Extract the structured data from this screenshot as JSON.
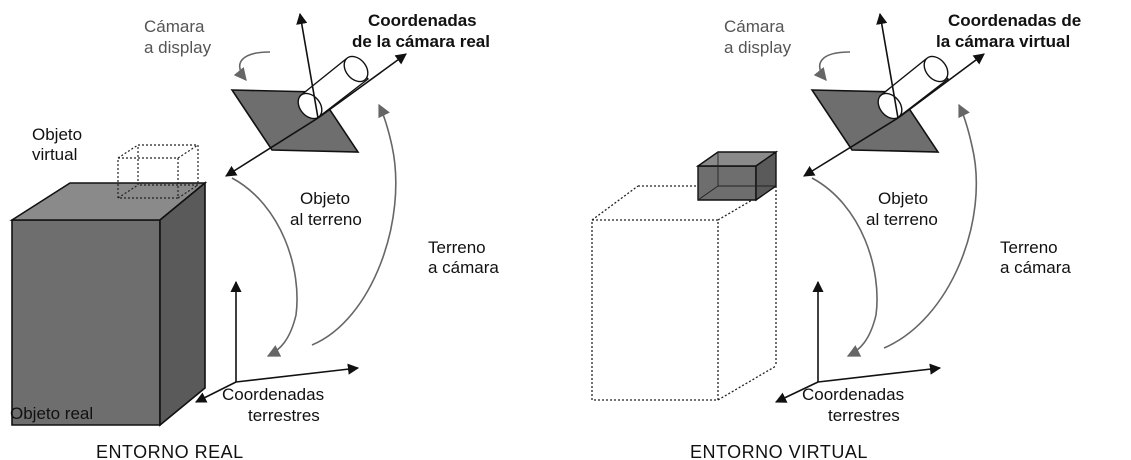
{
  "colors": {
    "ink": "#111111",
    "gray_text": "#555555",
    "arrow_gray": "#666666",
    "solid_fill": "#6e6e6e",
    "solid_top": "#8a8a8a",
    "solid_side": "#5a5a5a",
    "background": "#ffffff"
  },
  "real": {
    "caption": "ENTORNO REAL",
    "camera_to_display": [
      "Cámara",
      "a display"
    ],
    "camera_coords": [
      "Coordenadas",
      "de la cámara real"
    ],
    "virtual_object": [
      "Objeto",
      "virtual"
    ],
    "object_to_ground": [
      "Objeto",
      "al terreno"
    ],
    "ground_to_camera": [
      "Terreno",
      "a cámara"
    ],
    "ground_coords": [
      "Coordenadas",
      "terrestres"
    ],
    "real_object": "Objeto real"
  },
  "virtual": {
    "caption": "ENTORNO VIRTUAL",
    "camera_to_display": [
      "Cámara",
      "a display"
    ],
    "camera_coords": [
      "Coordenadas de",
      "la cámara virtual"
    ],
    "object_to_ground": [
      "Objeto",
      "al terreno"
    ],
    "ground_to_camera": [
      "Terreno",
      "a cámara"
    ],
    "ground_coords": [
      "Coordenadas",
      "terrestres"
    ]
  },
  "icons": {
    "camera": "camera-icon",
    "display": "display-screen-icon",
    "axes": "coordinate-axes-icon"
  }
}
